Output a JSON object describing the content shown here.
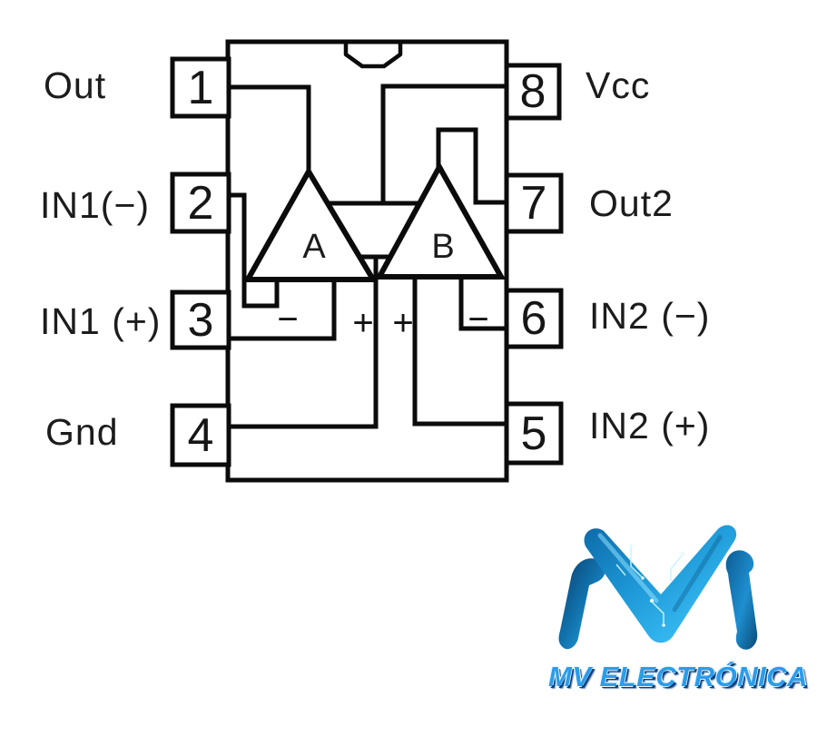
{
  "diagram": {
    "type": "ic-pinout-dual-opamp-8pin-dip",
    "pins": [
      {
        "number": "1",
        "label": "Out",
        "side": "left"
      },
      {
        "number": "2",
        "label": "IN1(−)",
        "side": "left"
      },
      {
        "number": "3",
        "label": "IN1 (+)",
        "side": "left"
      },
      {
        "number": "4",
        "label": "Gnd",
        "side": "left"
      },
      {
        "number": "5",
        "label": "IN2 (+)",
        "side": "right"
      },
      {
        "number": "6",
        "label": "IN2 (−)",
        "side": "right"
      },
      {
        "number": "7",
        "label": "Out2",
        "side": "right"
      },
      {
        "number": "8",
        "label": "Vcc",
        "side": "right"
      }
    ],
    "amp_a_label": "A",
    "amp_b_label": "B",
    "amp_a_inverting_sign": "−",
    "amp_a_noninverting_sign": "+",
    "amp_b_noninverting_sign": "+",
    "amp_b_inverting_sign": "−",
    "line_color": "#0b0b0b"
  },
  "branding": {
    "logo_text": "MV ELECTRÓNICA",
    "brand_blue": "#2196f3",
    "brand_dark_blue": "#0a3d7e",
    "brand_cyan": "#45ccff"
  }
}
